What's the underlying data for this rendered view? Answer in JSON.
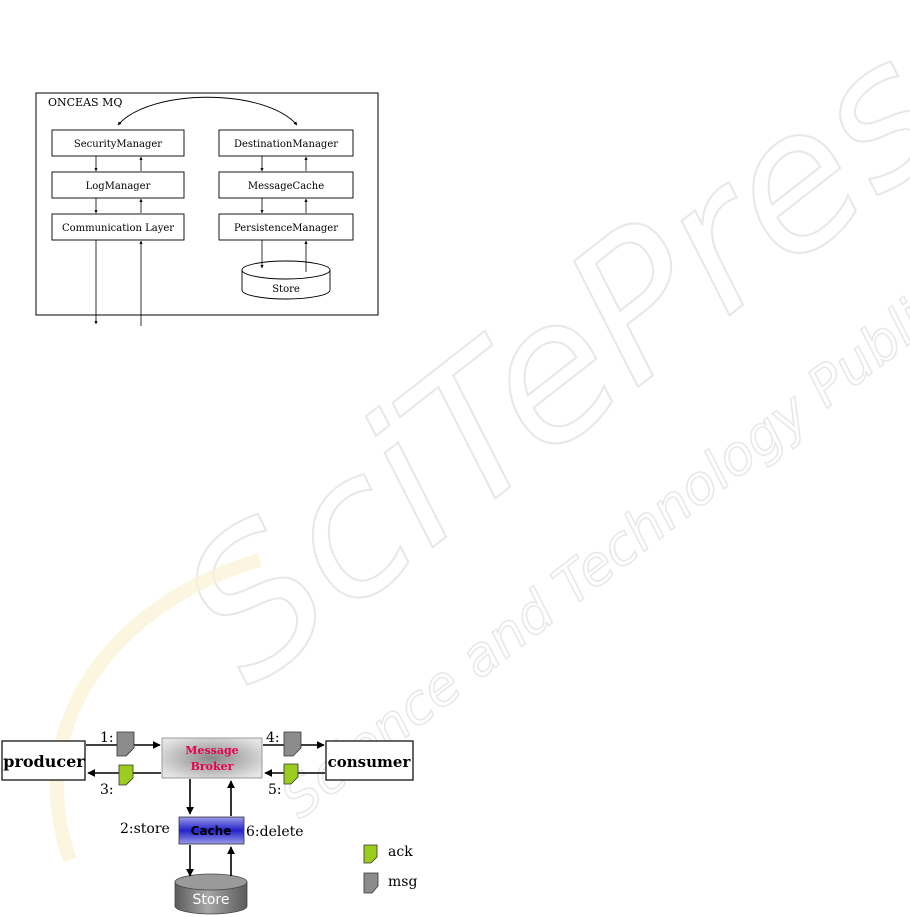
{
  "watermark": {
    "main": "SciTePress",
    "sub": "Science and Technology Publications",
    "color": "#e4e4e4"
  },
  "architecture": {
    "title": "ONCEAS MQ",
    "left_modules": [
      "SecurityManager",
      "LogManager",
      "Communication Layer"
    ],
    "right_modules": [
      "DestinationManager",
      "MessageCache",
      "PersistenceManager"
    ],
    "store_label": "Store"
  },
  "flow": {
    "producer": "producer",
    "consumer": "consumer",
    "broker_line1": "Message",
    "broker_line2": "Broker",
    "broker_text_color": "#e8004a",
    "cache": "Cache",
    "store": "Store",
    "step1": "1:",
    "step2": "2:store",
    "step3": "3:",
    "step4": "4:",
    "step5": "5:",
    "step6": "6:delete",
    "legend_ack": "ack",
    "legend_msg": "msg",
    "ack_color": "#9acd1e",
    "msg_color": "#8c8c8c",
    "cache_color": "#3a3ad8"
  }
}
